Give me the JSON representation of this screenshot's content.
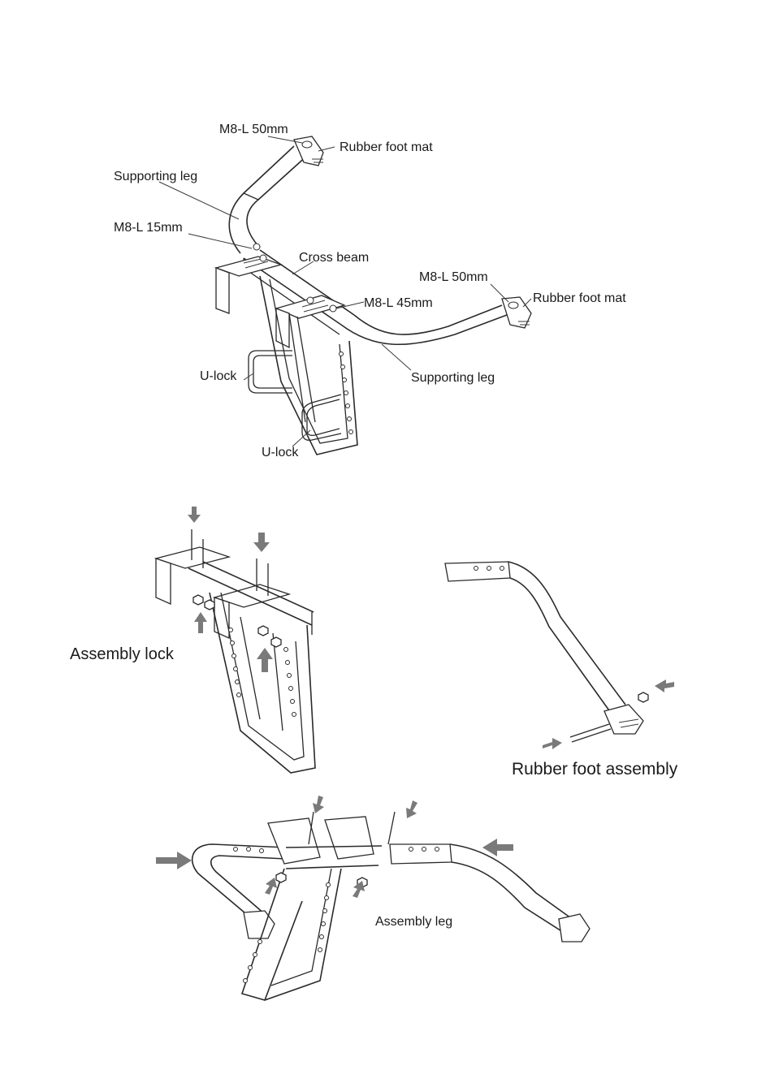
{
  "top_figure": {
    "labels": {
      "bolt_top_left": "M8-L 50mm",
      "rubber_top_left": "Rubber foot mat",
      "leg_left": "Supporting leg",
      "bolt_15": "M8-L 15mm",
      "cross_beam": "Cross beam",
      "bolt_right": "M8-L 50mm",
      "rubber_right": "Rubber foot mat",
      "bolt_45": "M8-L 45mm",
      "leg_right": "Supporting leg",
      "ulock_upper": "U-lock",
      "ulock_lower": "U-lock"
    }
  },
  "step_lock": {
    "caption": "Assembly lock"
  },
  "step_foot": {
    "caption": "Rubber foot assembly"
  },
  "step_leg": {
    "caption": "Assembly leg"
  }
}
